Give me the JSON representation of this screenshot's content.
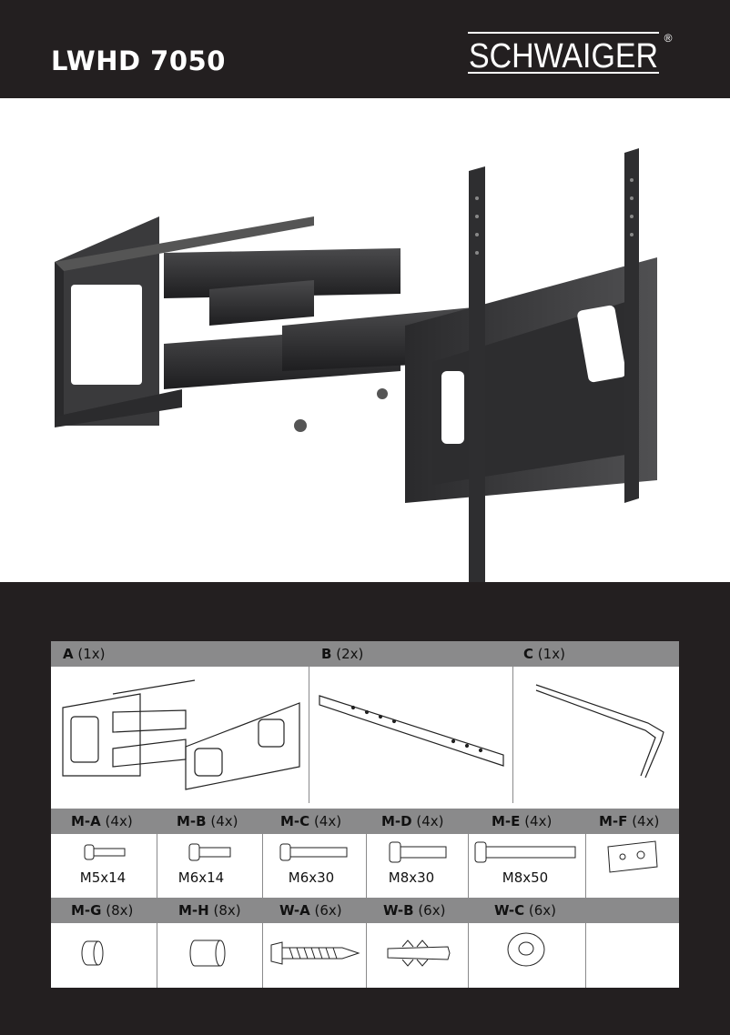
{
  "header": {
    "model": "LWHD 7050",
    "brand": "SCHWAIGER",
    "registered": "®"
  },
  "parts_top": [
    {
      "code": "A",
      "qty": "(1x)"
    },
    {
      "code": "B",
      "qty": "(2x)"
    },
    {
      "code": "C",
      "qty": "(1x)"
    }
  ],
  "parts_row1": [
    {
      "code": "M-A",
      "qty": "(4x)",
      "size": "M5x14"
    },
    {
      "code": "M-B",
      "qty": "(4x)",
      "size": "M6x14"
    },
    {
      "code": "M-C",
      "qty": "(4x)",
      "size": "M6x30"
    },
    {
      "code": "M-D",
      "qty": "(4x)",
      "size": "M8x30"
    },
    {
      "code": "M-E",
      "qty": "(4x)",
      "size": "M8x50"
    },
    {
      "code": "M-F",
      "qty": "(4x)"
    }
  ],
  "parts_row2": [
    {
      "code": "M-G",
      "qty": "(8x)"
    },
    {
      "code": "M-H",
      "qty": "(8x)"
    },
    {
      "code": "W-A",
      "qty": "(6x)"
    },
    {
      "code": "W-B",
      "qty": "(6x)"
    },
    {
      "code": "W-C",
      "qty": "(6x)"
    }
  ]
}
